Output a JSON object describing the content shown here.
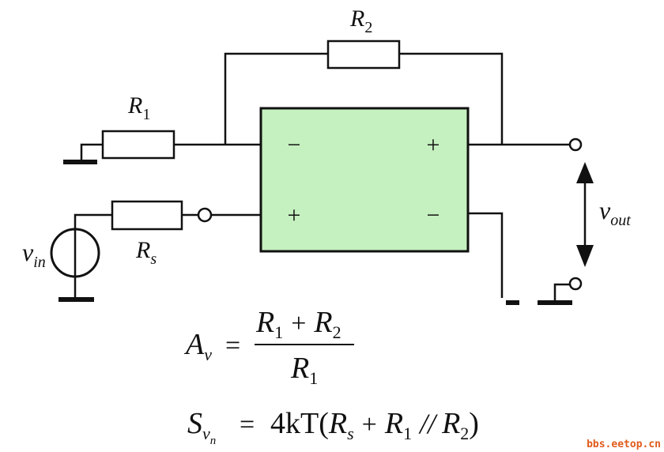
{
  "labels": {
    "r1": {
      "main": "R",
      "sub": "1"
    },
    "r2": {
      "main": "R",
      "sub": "2"
    },
    "rs": {
      "main": "R",
      "sub": "s"
    },
    "vin": {
      "main": "v",
      "sub": "in"
    },
    "vout": {
      "main": "v",
      "sub": "out"
    }
  },
  "opamp": {
    "top_left_sign": "−",
    "top_right_sign": "+",
    "bottom_left_sign": "+",
    "bottom_right_sign": "−",
    "fill_color": "#c5f0bf"
  },
  "equations": {
    "gain": {
      "lhs": "A",
      "lhs_sub": "v",
      "eq": "=",
      "num_a": "R",
      "num_a_sub": "1",
      "plus": "+",
      "num_b": "R",
      "num_b_sub": "2",
      "den": "R",
      "den_sub": "1"
    },
    "noise": {
      "lhs": "S",
      "lhs_sub": "v",
      "lhs_subsub": "n",
      "eq": "=",
      "rhs_a": "4kT(",
      "rs": "R",
      "rs_sub": "s",
      "plus": "+",
      "r1": "R",
      "r1_sub": "1",
      "par": "//",
      "r2": "R",
      "r2_sub": "2",
      "close": ")"
    }
  },
  "watermark": "bbs.eetop.cn"
}
